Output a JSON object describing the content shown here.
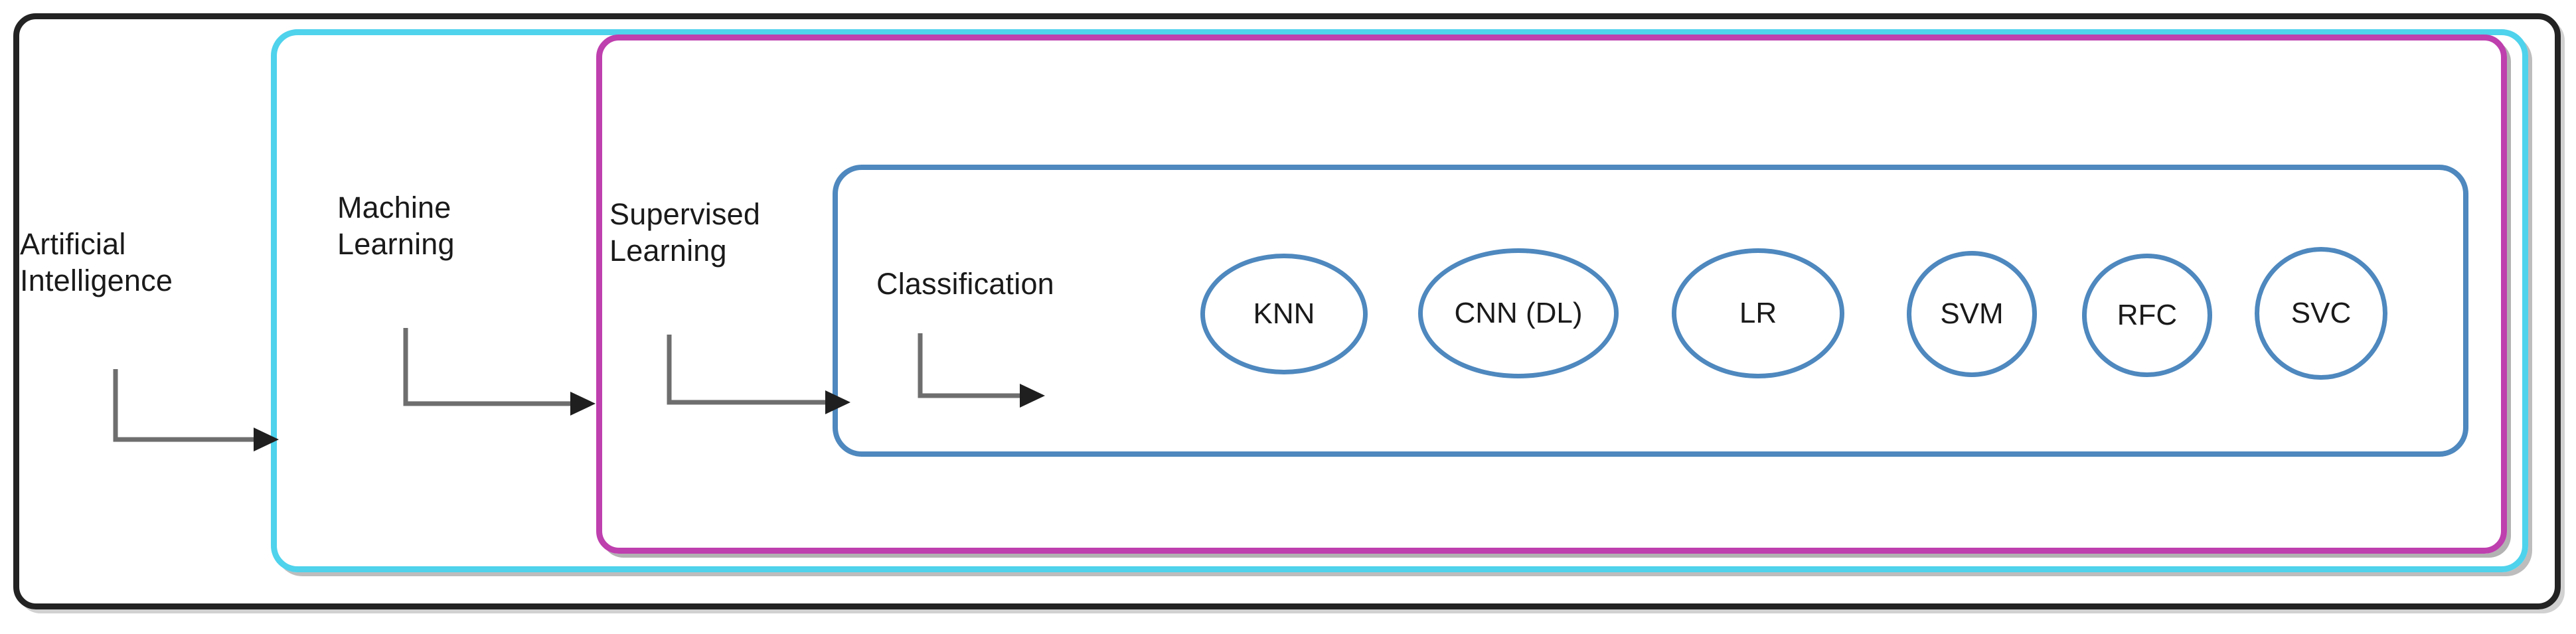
{
  "diagram": {
    "title": "AI / Machine Learning / Supervised Learning / Classification hierarchy",
    "containers": [
      {
        "id": "ai",
        "label": "Artificial\nIntelligence",
        "color": "#232323"
      },
      {
        "id": "ml",
        "label": "Machine\nLearning",
        "color": "#4FD2EC"
      },
      {
        "id": "sl",
        "label": "Supervised\nLearning",
        "color": "#BE3FAE"
      },
      {
        "id": "cls",
        "label": "Classification",
        "color": "#4E88BE"
      }
    ],
    "arrows": [
      {
        "id": "ai-to-ml",
        "from": "Artificial Intelligence",
        "to": "Machine Learning",
        "style": "elbow-right"
      },
      {
        "id": "ml-to-sl",
        "from": "Machine Learning",
        "to": "Supervised Learning",
        "style": "elbow-right"
      },
      {
        "id": "sl-to-cls",
        "from": "Supervised Learning",
        "to": "Classification",
        "style": "elbow-right"
      },
      {
        "id": "cls-to-alg",
        "from": "Classification",
        "to": "Algorithms",
        "style": "elbow-right"
      }
    ],
    "algorithms": [
      {
        "label": "KNN"
      },
      {
        "label": "CNN (DL)"
      },
      {
        "label": "LR"
      },
      {
        "label": "SVM"
      },
      {
        "label": "RFC"
      },
      {
        "label": "SVC"
      }
    ],
    "colors": {
      "outer_border": "#232323",
      "machine_learning_border": "#4FD2EC",
      "supervised_border": "#BE3FAE",
      "classification_border": "#4E88BE",
      "arrow": "#6E6E6E",
      "arrowhead": "#1f1f1f",
      "text": "#1a1a1a",
      "background": "#ffffff"
    }
  }
}
